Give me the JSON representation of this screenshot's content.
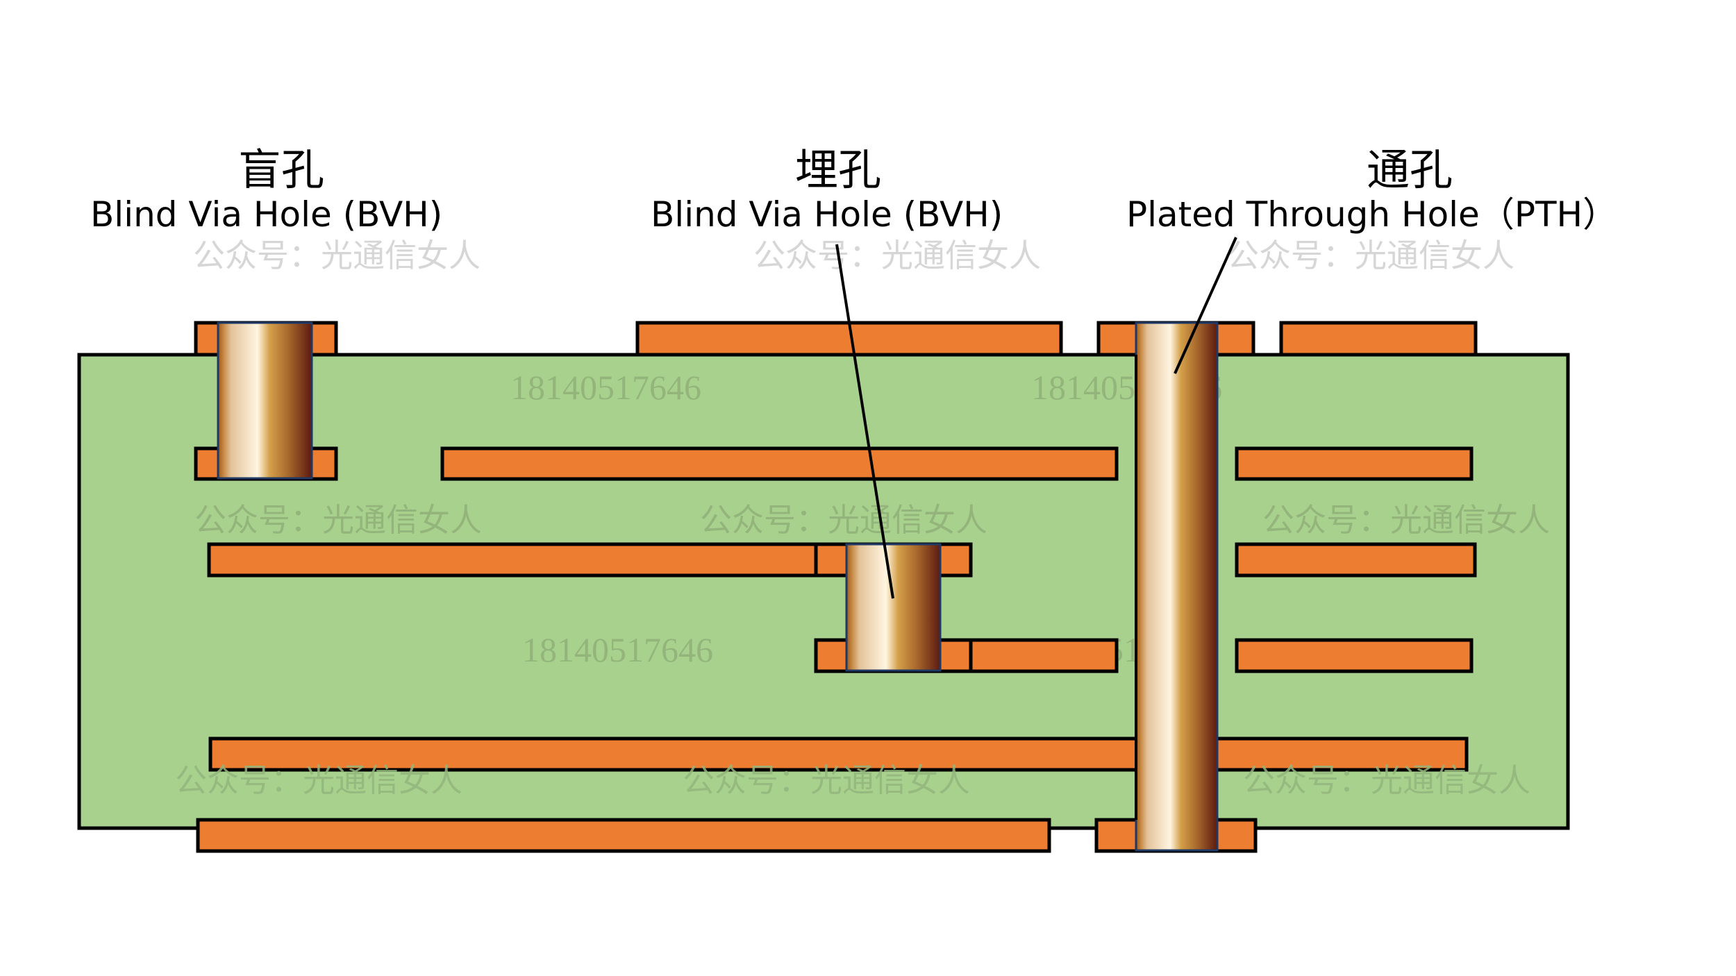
{
  "diagram": {
    "subject": "PCB via types cross-section",
    "labels": {
      "blind": {
        "cn": "盲孔",
        "en": "Blind Via Hole (BVH)"
      },
      "buried": {
        "cn": "埋孔",
        "en": "Blind Via Hole (BVH)"
      },
      "through": {
        "cn": "通孔",
        "en": "Plated Through Hole（PTH）"
      }
    },
    "watermarks": {
      "account": "公众号：光通信女人",
      "phone": "18140517646"
    },
    "colors": {
      "substrate": "#a9d18e",
      "copper": "#ed7d31",
      "outline": "#000000",
      "barrel_light": "#fff5e1",
      "barrel_mid": "#d4a04a",
      "barrel_dark": "#5c1a10",
      "watermark_on_white": "#d6d6d6",
      "watermark_on_green": "#93b57c"
    },
    "layers": [
      {
        "name": "top copper (L1)"
      },
      {
        "name": "inner copper L2"
      },
      {
        "name": "inner copper L3"
      },
      {
        "name": "inner copper L4"
      },
      {
        "name": "inner copper L5"
      },
      {
        "name": "bottom copper (L6)"
      }
    ],
    "vias": [
      {
        "type": "blind",
        "spans": "L1-L2"
      },
      {
        "type": "buried",
        "spans": "L3-L4"
      },
      {
        "type": "through",
        "spans": "L1-L6"
      }
    ]
  }
}
